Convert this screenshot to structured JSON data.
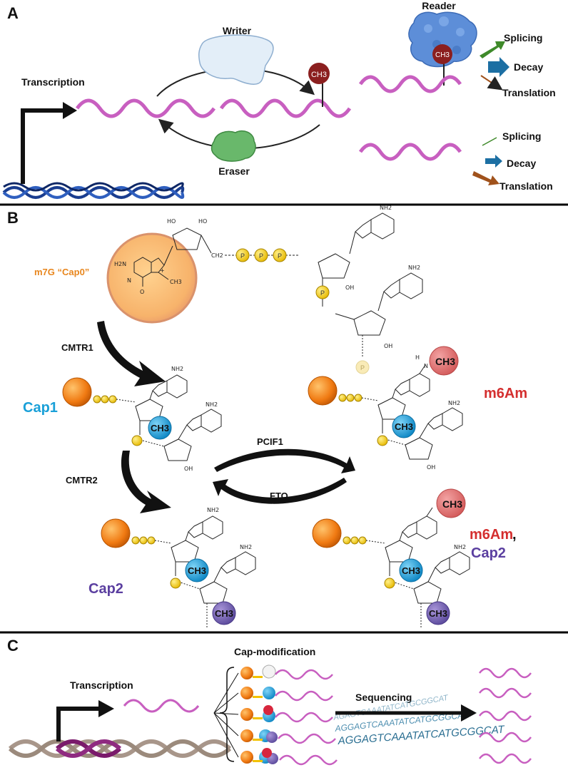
{
  "panels": {
    "a": {
      "letter": "A",
      "transcription": "Transcription",
      "writer": "Writer",
      "eraser": "Eraser",
      "reader": "Reader",
      "ch3": "CH3",
      "outcomes_top": [
        "Splicing",
        "Decay",
        "Translation"
      ],
      "outcomes_bottom": [
        "Splicing",
        "Decay",
        "Translation"
      ]
    },
    "b": {
      "letter": "B",
      "cap0_label": "m7G “Cap0”",
      "cap1_label": "Cap1",
      "cap2_label": "Cap2",
      "m6am_label": "m6Am",
      "m6am_cap2_label_1": "m6Am",
      "m6am_cap2_label_comma": ",",
      "m6am_cap2_label_2": "Cap2",
      "enzymes": {
        "cmtr1": "CMTR1",
        "cmtr2": "CMTR2",
        "pcif1": "PCIF1",
        "fto": "FTO"
      },
      "ch3": "CH3",
      "phosphate": "P",
      "chem": {
        "nh2": "NH2",
        "ho": "HO",
        "oh": "OH",
        "o": "O",
        "n": "N",
        "h": "H",
        "ch3": "CH3",
        "ch2": "CH2",
        "h2n": "H2N",
        "plus": "+"
      }
    },
    "c": {
      "letter": "C",
      "transcription": "Transcription",
      "cap_modification": "Cap-modification",
      "sequencing": "Sequencing",
      "seq_text": [
        "AGAGTCAAATATCATGCGGCAT",
        "AGGAGTCAAATATCATGCGGCAT",
        "AGGAGTCAAATATCATGCGGCAT"
      ]
    }
  },
  "colors": {
    "mrna": "#c85fc0",
    "dna": "#1a3d8f",
    "methyl_red": "#8b1f1f",
    "cap1_blue": "#1aa0d8",
    "cap2_purple": "#5b3fa0",
    "m6am_red": "#d42f2f",
    "cap0_orange": "#e8861d",
    "phosphate_yellow": "#f2c200"
  }
}
